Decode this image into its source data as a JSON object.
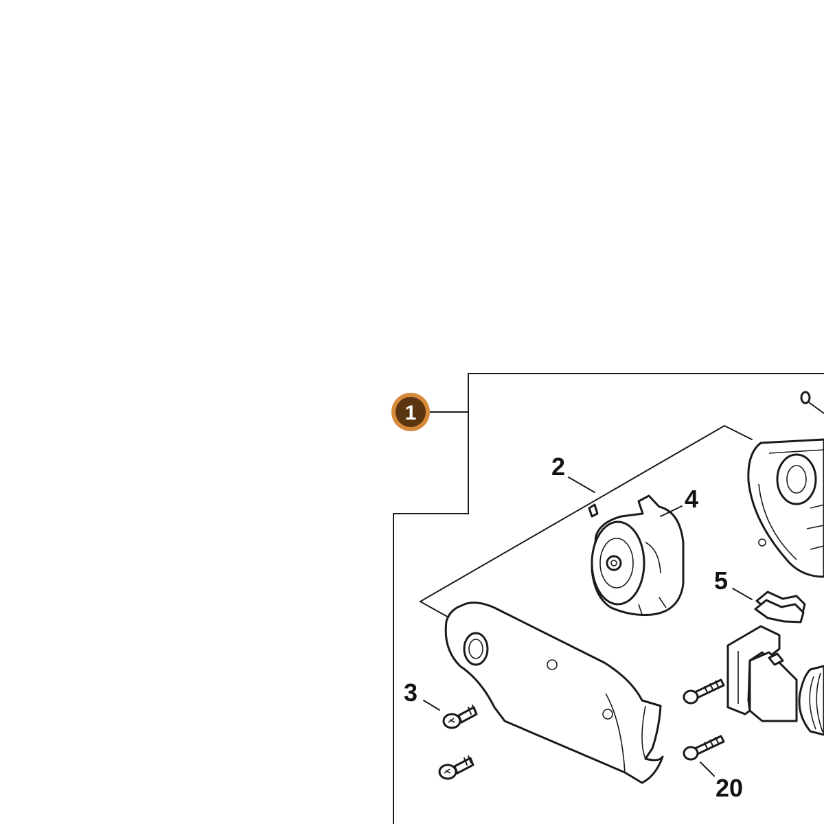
{
  "callouts": {
    "c1": "1",
    "c2": "2",
    "c3": "3",
    "c4": "4",
    "c5": "5",
    "c20": "20"
  },
  "colors": {
    "badge_fill": "#5a3510",
    "badge_ring": "#d6893a",
    "line": "#1a1a1a",
    "background": "#ffffff"
  }
}
